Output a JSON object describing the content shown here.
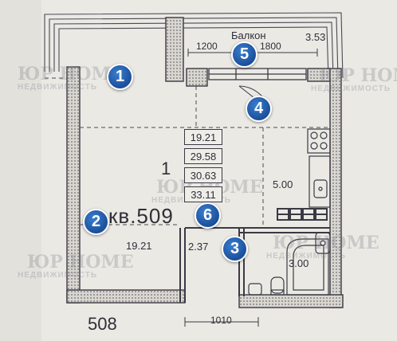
{
  "balcony": {
    "label": "Балкон",
    "area": "3.53",
    "dim_left": "1200",
    "dim_right": "1800"
  },
  "room": {
    "number": "1",
    "apartment": "кв.509",
    "area": "19.21"
  },
  "area_stack": [
    "19.21",
    "29.58",
    "30.63",
    "33.11"
  ],
  "kitchen": {
    "area": "5.00"
  },
  "hall": {
    "area": "2.37"
  },
  "bathroom": {
    "area": "3.00"
  },
  "bottom": {
    "neighbor_number": "508",
    "dim": "1010"
  },
  "markers": [
    "1",
    "2",
    "3",
    "4",
    "5",
    "6"
  ],
  "watermark": {
    "brand": "ЮР HOME",
    "subtitle": "НЕДВИЖИМОСТЬ"
  },
  "colors": {
    "marker": "#1f5bb0",
    "wall": "#3a3a44",
    "paper": "#ebe9e4"
  }
}
